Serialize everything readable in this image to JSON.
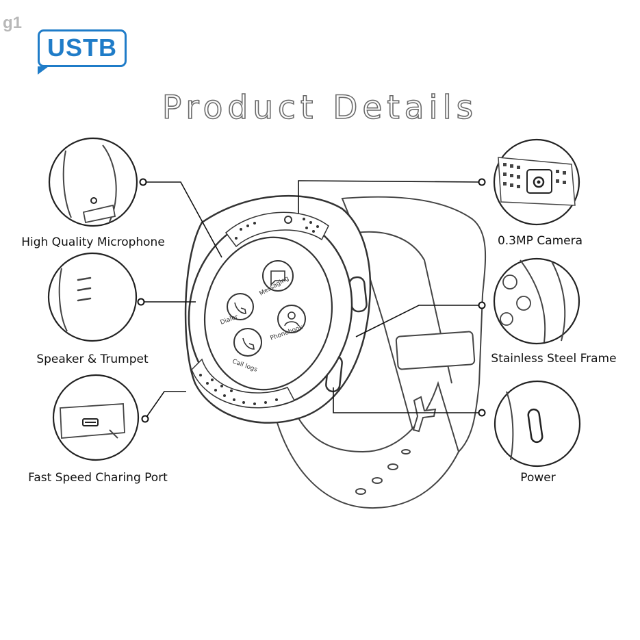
{
  "watermark": "g1",
  "logo": {
    "text": "USTB",
    "color": "#1f7cc8"
  },
  "title": "Product Details",
  "features": {
    "microphone": "High Quality Microphone",
    "speaker": "Speaker & Trumpet",
    "charging": "Fast Speed Charing Port",
    "camera": "0.3MP Camera",
    "frame": "Stainless Steel Frame",
    "power": "Power"
  },
  "apps": {
    "messaging": "Messaging",
    "dialer": "Dialer",
    "phonebook": "Phonebook",
    "calllogs": "Call logs"
  }
}
